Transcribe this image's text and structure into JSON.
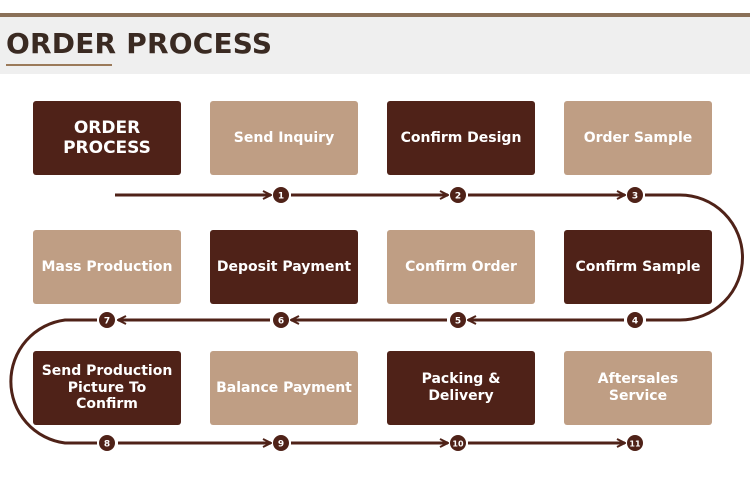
{
  "header": {
    "title": "ORDER PROCESS"
  },
  "steps": [
    {
      "label": "ORDER PROCESS"
    },
    {
      "label": "Send Inquiry"
    },
    {
      "label": "Confirm Design"
    },
    {
      "label": "Order Sample"
    },
    {
      "label": "Mass Production"
    },
    {
      "label": "Deposit Payment"
    },
    {
      "label": "Confirm Order"
    },
    {
      "label": "Confirm Sample"
    },
    {
      "label": "Send Production Picture To Confirm"
    },
    {
      "label": "Balance Payment"
    },
    {
      "label": "Packing & Delivery"
    },
    {
      "label": "Aftersales Service"
    }
  ],
  "markers": [
    "1",
    "2",
    "3",
    "4",
    "5",
    "6",
    "7",
    "8",
    "9",
    "10",
    "11"
  ],
  "colors": {
    "dark": "#4f2218",
    "light": "#bf9e84",
    "line": "#4f2218"
  }
}
